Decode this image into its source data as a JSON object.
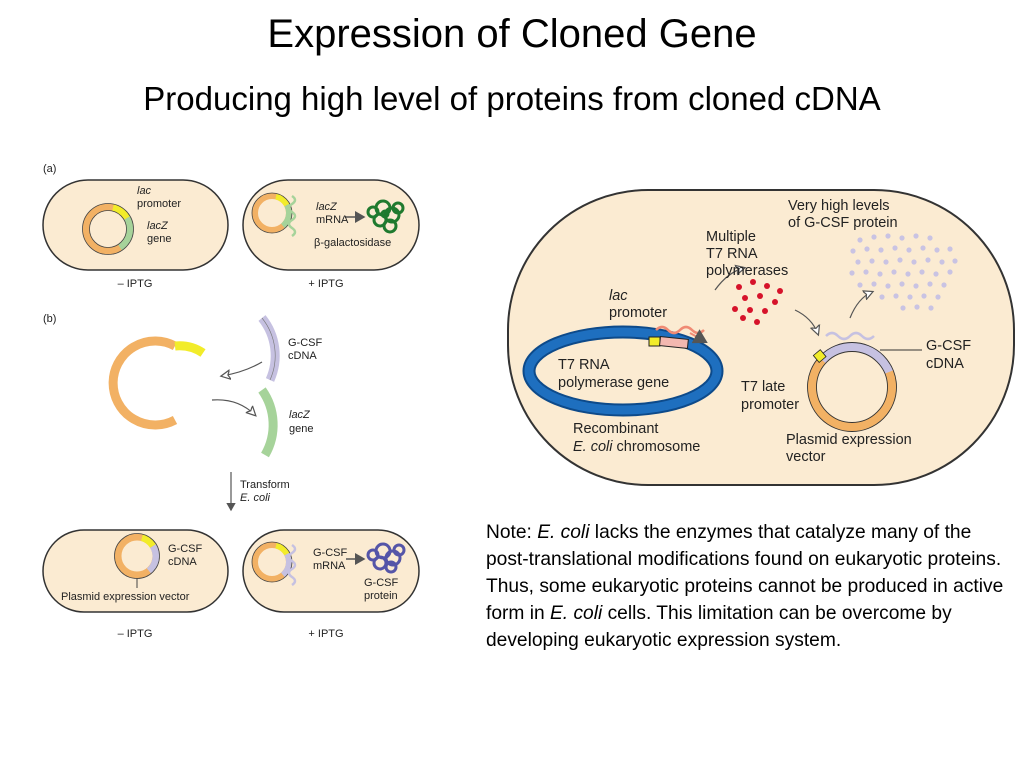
{
  "title": "Expression of Cloned Gene",
  "subtitle": "Producing high level of proteins from cloned cDNA",
  "colors": {
    "cell_fill": "#fbebd2",
    "plasmid_orange": "#f2b164",
    "lac_promoter_yellow": "#f2ec2a",
    "lacz_green": "#a6d39a",
    "gcsf_lavender": "#c6c1e1",
    "chromosome_blue": "#1e6fbf",
    "polymerase_red": "#d6122a",
    "protein_dots": "#c9c3e3"
  },
  "figure_a": {
    "label": "(a)",
    "left_cell": {
      "lac_line1": "lac",
      "lac_line2": "promoter",
      "lacz_line1": "lacZ",
      "lacz_line2": "gene",
      "caption": "– IPTG"
    },
    "right_cell": {
      "mrna_line1": "lacZ",
      "mrna_line2": "mRNA",
      "protein": "β-galactosidase",
      "caption": "+ IPTG"
    }
  },
  "figure_b": {
    "label": "(b)",
    "gcsf_line1": "G-CSF",
    "gcsf_line2": "cDNA",
    "lacz_line1": "lacZ",
    "lacz_line2": "gene",
    "transform_line1": "Transform",
    "transform_line2": "E. coli",
    "left_cell": {
      "gcsf_line1": "G-CSF",
      "gcsf_line2": "cDNA",
      "vector_label": "Plasmid expression vector",
      "caption": "– IPTG"
    },
    "right_cell": {
      "mrna_line1": "G-CSF",
      "mrna_line2": "mRNA",
      "protein_line1": "G-CSF",
      "protein_line2": "protein",
      "caption": "+ IPTG"
    }
  },
  "figure_right": {
    "very_high_line1": "Very high levels",
    "very_high_line2": "of G-CSF protein",
    "multiple_line1": "Multiple",
    "multiple_line2": "T7 RNA",
    "multiple_line3": "polymerases",
    "lac_line1": "lac",
    "lac_line2": "promoter",
    "t7_gene_line1": "T7 RNA",
    "t7_gene_line2": "polymerase gene",
    "recombinant_line1": "Recombinant",
    "recombinant_line2_italic": "E. coli",
    "recombinant_line2_rest": " chromosome",
    "t7_late_line1": "T7 late",
    "t7_late_line2": "promoter",
    "gcsf_line1": "G-CSF",
    "gcsf_line2": "cDNA",
    "plasmid_line1": "Plasmid expression",
    "plasmid_line2": "vector"
  },
  "note": {
    "prefix": "Note: ",
    "ecoli": "E. coli",
    "part1": " lacks the enzymes that catalyze many of the post-translational modifications found on eukaryotic proteins. Thus, some eukaryotic proteins cannot be produced in active form in ",
    "ecoli2": "E. coli",
    "part2": " cells. This limitation can be overcome by developing eukaryotic expression system."
  }
}
